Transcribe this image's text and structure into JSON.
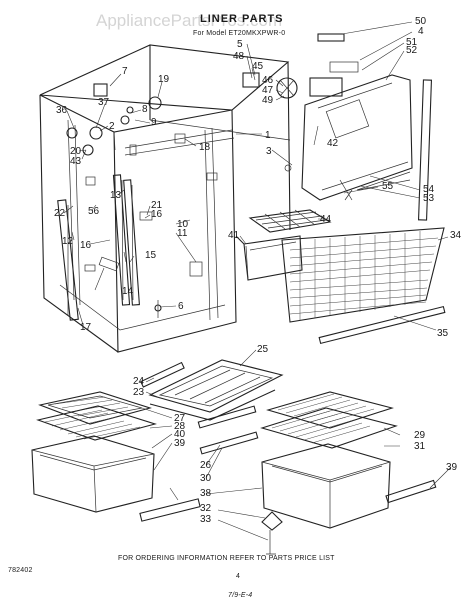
{
  "watermark": "AppliancePartsPros.com",
  "title": "LINER PARTS",
  "model_line": "For Model ET20MKXPWR-0",
  "footer_note": "FOR ORDERING INFORMATION REFER TO PARTS PRICE LIST",
  "figure_code": "782402",
  "page_number": "4",
  "handwritten_note": "7/9-E-4",
  "callouts": [
    {
      "id": "50",
      "text": "50"
    },
    {
      "id": "4a",
      "text": "4"
    },
    {
      "id": "51",
      "text": "51"
    },
    {
      "id": "52",
      "text": "52"
    },
    {
      "id": "5",
      "text": "5"
    },
    {
      "id": "48",
      "text": "48"
    },
    {
      "id": "45",
      "text": "45"
    },
    {
      "id": "46",
      "text": "46"
    },
    {
      "id": "47",
      "text": "47"
    },
    {
      "id": "49",
      "text": "49"
    },
    {
      "id": "7",
      "text": "7"
    },
    {
      "id": "19",
      "text": "19"
    },
    {
      "id": "36",
      "text": "36"
    },
    {
      "id": "37",
      "text": "37"
    },
    {
      "id": "2",
      "text": "2"
    },
    {
      "id": "8",
      "text": "8"
    },
    {
      "id": "9",
      "text": "9"
    },
    {
      "id": "20",
      "text": "20"
    },
    {
      "id": "43",
      "text": "43"
    },
    {
      "id": "1",
      "text": "1"
    },
    {
      "id": "18",
      "text": "18"
    },
    {
      "id": "3",
      "text": "3"
    },
    {
      "id": "42",
      "text": "42"
    },
    {
      "id": "55",
      "text": "55"
    },
    {
      "id": "54",
      "text": "54"
    },
    {
      "id": "53",
      "text": "53"
    },
    {
      "id": "13",
      "text": "13"
    },
    {
      "id": "22",
      "text": "22"
    },
    {
      "id": "56",
      "text": "56"
    },
    {
      "id": "21",
      "text": "21"
    },
    {
      "id": "16a",
      "text": "16"
    },
    {
      "id": "10",
      "text": "10"
    },
    {
      "id": "11",
      "text": "11"
    },
    {
      "id": "12",
      "text": "12"
    },
    {
      "id": "16b",
      "text": "16"
    },
    {
      "id": "15",
      "text": "15"
    },
    {
      "id": "14",
      "text": "14"
    },
    {
      "id": "6",
      "text": "6"
    },
    {
      "id": "17",
      "text": "17"
    },
    {
      "id": "44",
      "text": "44"
    },
    {
      "id": "41",
      "text": "41"
    },
    {
      "id": "34",
      "text": "34"
    },
    {
      "id": "35",
      "text": "35"
    },
    {
      "id": "25",
      "text": "25"
    },
    {
      "id": "24",
      "text": "24"
    },
    {
      "id": "23",
      "text": "23"
    },
    {
      "id": "27",
      "text": "27"
    },
    {
      "id": "28",
      "text": "28"
    },
    {
      "id": "40",
      "text": "40"
    },
    {
      "id": "39a",
      "text": "39"
    },
    {
      "id": "29",
      "text": "29"
    },
    {
      "id": "31",
      "text": "31"
    },
    {
      "id": "26",
      "text": "26"
    },
    {
      "id": "30",
      "text": "30"
    },
    {
      "id": "38",
      "text": "38"
    },
    {
      "id": "32",
      "text": "32"
    },
    {
      "id": "33",
      "text": "33"
    },
    {
      "id": "39b",
      "text": "39"
    }
  ]
}
